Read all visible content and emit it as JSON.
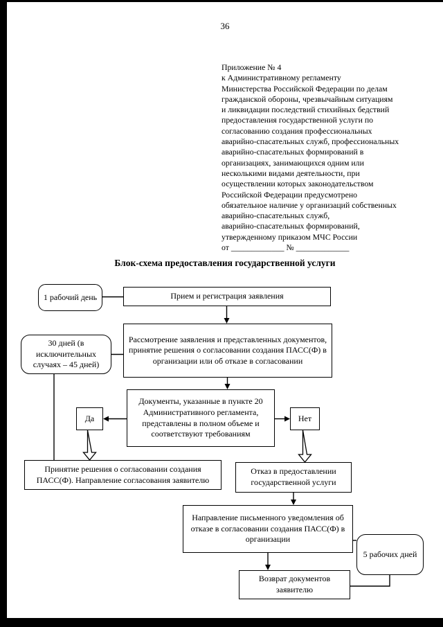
{
  "page": {
    "number": "36",
    "title": "Блок-схема предоставления государственной услуги"
  },
  "annex": {
    "lines": [
      "Приложение № 4",
      "к Административному регламенту",
      "Министерства Российской Федерации по делам",
      "гражданской обороны, чрезвычайным ситуациям",
      "и ликвидации последствий стихийных бедствий",
      "предоставления государственной услуги по",
      "согласованию создания профессиональных",
      "аварийно-спасательных служб, профессиональных",
      "аварийно-спасательных формирований в",
      "организациях, занимающихся одним или",
      "несколькими видами деятельности, при",
      "осуществлении которых законодательством",
      "Российской Федерации предусмотрено",
      "обязательное наличие у организаций собственных",
      "аварийно-спасательных служб,",
      "аварийно-спасательных формирований,",
      "утвержденному приказом МЧС России",
      "от _____________ № _____________"
    ]
  },
  "flowchart": {
    "term_1_day": "1 рабочий день",
    "reception": "Прием и регистрация заявления",
    "term_30_days": "30 дней (в исключительных случаях – 45 дней)",
    "review": "Рассмотрение заявления и представленных документов, принятие решения о согласовании создания ПАСС(Ф) в организации или об отказе в согласовании",
    "check": "Документы, указанные в пункте 20 Административного регламента, представлены в полном объеме и соответствуют требованиям",
    "yes_label": "Да",
    "no_label": "Нет",
    "approval": "Принятие решения о согласовании создания ПАСС(Ф). Направление согласования заявителю",
    "refusal": "Отказ в предоставлении государственной услуги",
    "notice": "Направление письменного уведомления об отказе в согласовании создания ПАСС(Ф) в организации",
    "term_5_days": "5 рабочих дней",
    "return_docs": "Возврат документов заявителю"
  }
}
